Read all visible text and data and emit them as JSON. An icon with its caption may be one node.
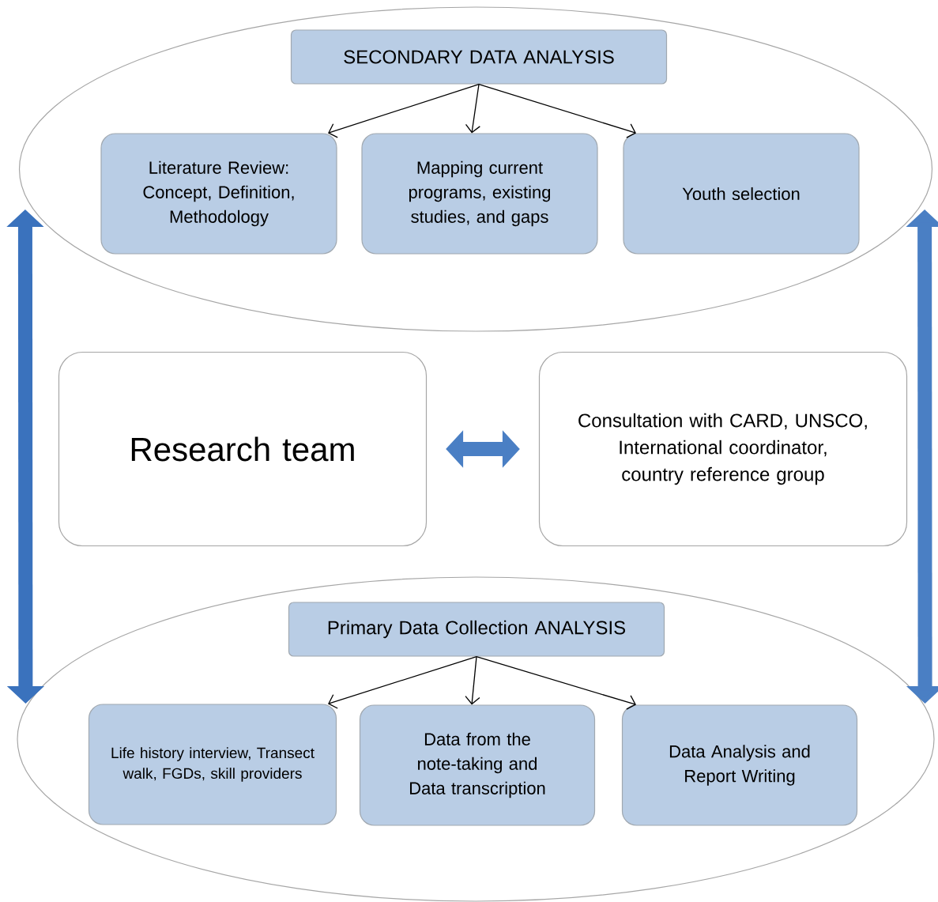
{
  "diagram": {
    "nodes": [
      {
        "text": [],
        "shape": "ellipse"
      },
      {
        "text": [
          "SECONDARY DATA ANALYSIS"
        ],
        "in": 0
      },
      {
        "text": [
          "Literature Review: Concept, Definition, Methodology"
        ],
        "in": 0
      },
      {
        "text": [
          "Mapping current programs, existing studies, and gaps"
        ],
        "in": 0
      },
      {
        "text": [
          "Youth selection"
        ],
        "in": 0
      },
      {
        "text": [
          "Research team"
        ]
      },
      {
        "text": [
          "Consultation with CARD, UNSCO, International coordinator, country reference group"
        ]
      },
      {
        "text": [],
        "shape": "ellipse"
      },
      {
        "text": [
          "Primary Data Collection ANALYSIS"
        ],
        "in": 7
      },
      {
        "text": [
          "Life history interview, Transect walk, FGDs, skill providers"
        ],
        "in": 7
      },
      {
        "text": [
          "Data from the note-taking and Data transcription"
        ],
        "in": 7
      },
      {
        "text": [
          "Data Analysis and Report Writing"
        ],
        "in": 7
      }
    ],
    "edges": [
      {
        "from": 1,
        "to": 2,
        "arrow": "to"
      },
      {
        "from": 1,
        "to": 3,
        "arrow": "to"
      },
      {
        "from": 1,
        "to": 4,
        "arrow": "to"
      },
      {
        "from": 5,
        "to": 6,
        "arrow": "both",
        "style": "thick",
        "color": "#4a7fc4"
      },
      {
        "from": 8,
        "to": 9,
        "arrow": "to"
      },
      {
        "from": 8,
        "to": 10,
        "arrow": "to"
      },
      {
        "from": 8,
        "to": 11,
        "arrow": "to"
      },
      {
        "from": 0,
        "to": 7,
        "arrow": "both",
        "style": "thick",
        "color": "#3a72bd"
      },
      {
        "from": 0,
        "to": 7,
        "arrow": "both",
        "style": "thick",
        "color": "#4a7fc4"
      }
    ]
  }
}
